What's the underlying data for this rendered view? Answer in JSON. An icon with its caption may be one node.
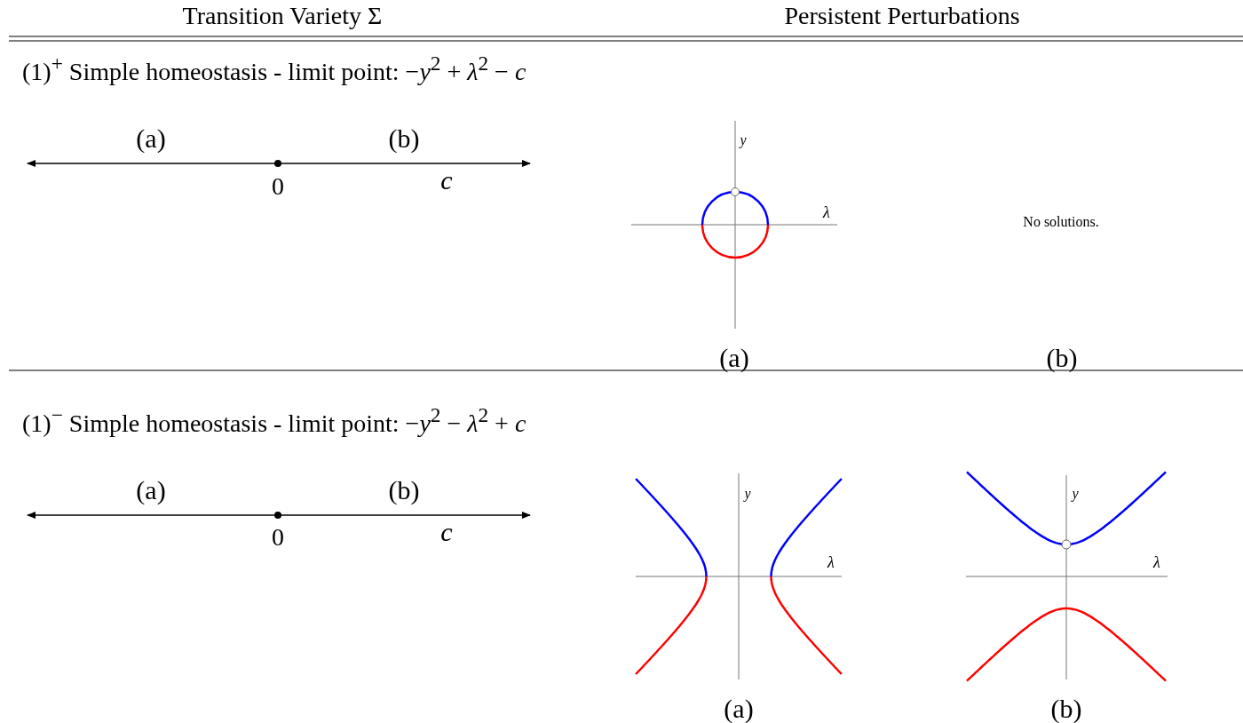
{
  "diagram": {
    "labels": [
      "Transition Variety Σ",
      "Persistent Perturbations",
      "(1)$^{+}$ Simple homeostasis - limit point: −*y*$^{2}$ + *λ*$^{2}$ − *c*",
      "(a)",
      "(b)",
      "0",
      "c",
      "y",
      "λ",
      "No solutions.",
      "(a)",
      "(b)",
      "(1)$^{−}$ Simple homeostasis - limit point: −*y*$^{2}$ − *λ*$^{2}$ + *c*",
      "(a)",
      "(b)",
      "0",
      "c",
      "y",
      "λ",
      "y",
      "λ",
      "(a)",
      "(b)"
    ]
  }
}
